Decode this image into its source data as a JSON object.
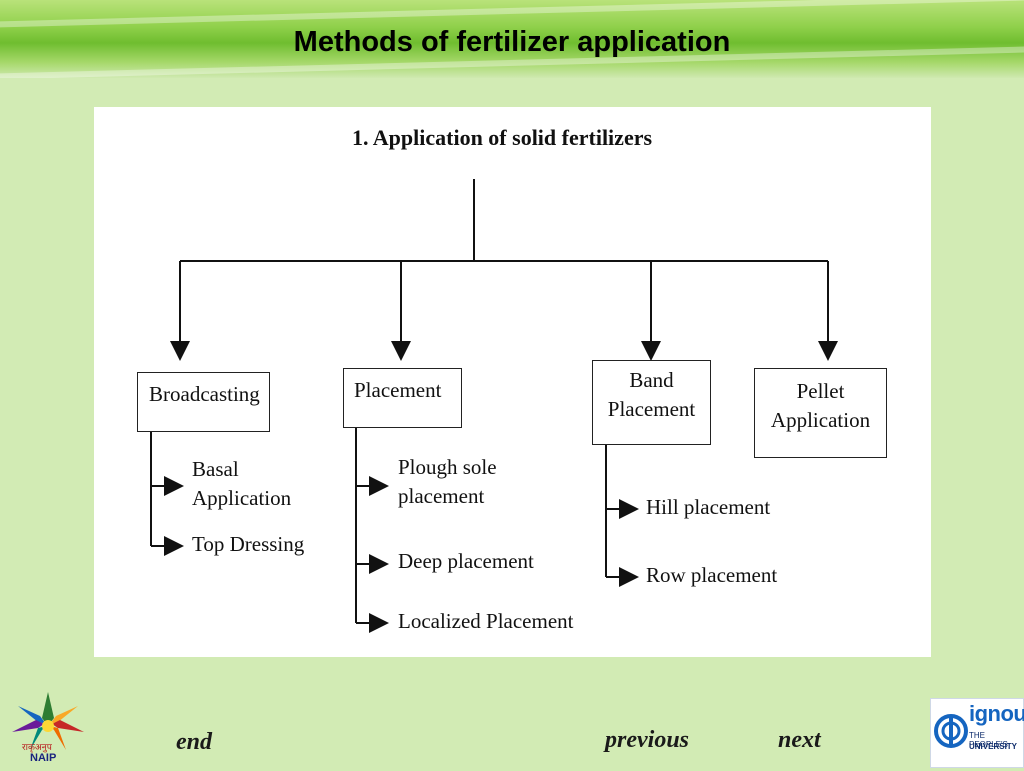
{
  "slide": {
    "title": "Methods of fertilizer application"
  },
  "diagram": {
    "title": "1. Application of solid fertilizers",
    "nodes": {
      "broadcasting": "Broadcasting",
      "placement": "Placement",
      "band_placement_line1": "Band",
      "band_placement_line2": "Placement",
      "pellet_line1": "Pellet",
      "pellet_line2": "Application"
    },
    "broadcasting_children": {
      "basal_line1": "Basal",
      "basal_line2": "Application",
      "top_dressing": "Top Dressing"
    },
    "placement_children": {
      "plough_line1": "Plough sole",
      "plough_line2": "placement",
      "deep": "Deep placement",
      "localized": "Localized Placement"
    },
    "band_children": {
      "hill": "Hill placement",
      "row": "Row placement"
    }
  },
  "navigation": {
    "end": "end",
    "previous": "previous",
    "next": "next"
  },
  "logos": {
    "naip_text": "NAIP",
    "naip_hindi": "राकृअनुप",
    "ignou_name": "ignou",
    "ignou_tag1": "THE PEOPLE'S",
    "ignou_tag2": "UNIVERSITY"
  }
}
